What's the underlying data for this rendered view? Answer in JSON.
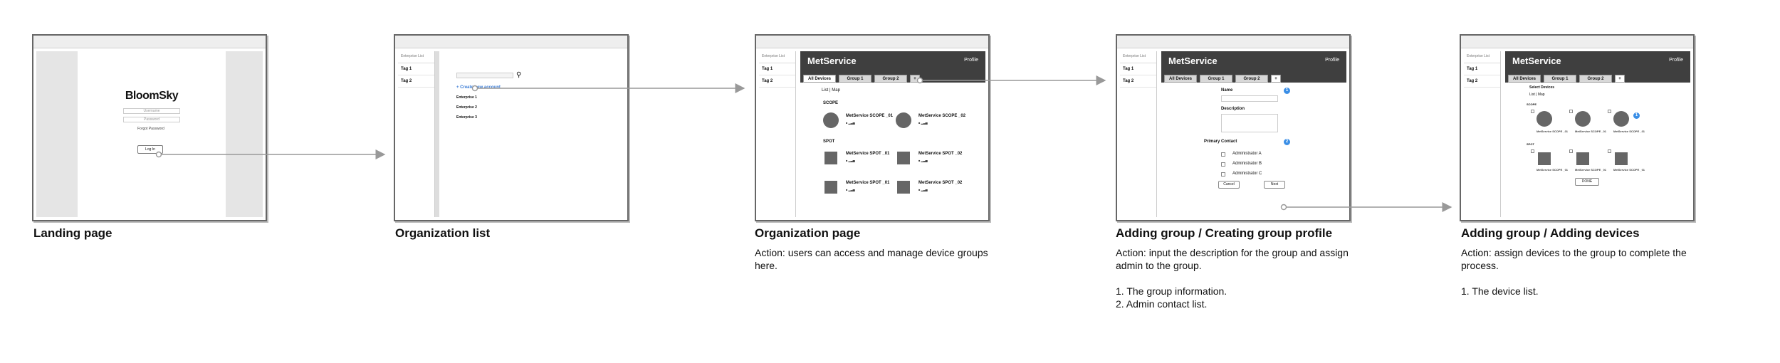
{
  "steps": [
    {
      "title": "Landing page",
      "desc": ""
    },
    {
      "title": "Organization list",
      "desc": ""
    },
    {
      "title": "Organization page",
      "desc": "Action: users can access and manage device groups here."
    },
    {
      "title": "Adding group / Creating group profile",
      "desc": "Action: input the description for the group and assign admin to the group.\n\n1. The group information.\n2. Admin contact list."
    },
    {
      "title": "Adding group / Adding devices",
      "desc": "Action: assign devices to the group to complete the process.\n\n1. The device list."
    }
  ],
  "landing": {
    "logo": "BloomSky",
    "username_placeholder": "Username",
    "password_placeholder": "Password",
    "forgot": "Forgot Password",
    "login_button": "Log In"
  },
  "sidebar": {
    "title": "Enterprise List",
    "items": [
      "Tag 1",
      "Tag 2"
    ]
  },
  "org_list": {
    "create_link": "+ Create new account",
    "enterprises": [
      "Enterprise 1",
      "Enterprise 2",
      "Enterprise 3"
    ]
  },
  "met": {
    "title": "MetService",
    "profile": "Profile",
    "tabs": [
      "All Devices",
      "Group 1",
      "Group 2",
      "+"
    ],
    "view_toggle": "List | Map",
    "scope_label": "SCOPE",
    "spot_label": "SPOT",
    "scope_devices": [
      "MetService SCOPE _01",
      "MetService SCOPE _02"
    ],
    "spot_devices": [
      "MetService SPOT _01",
      "MetService SPOT _02",
      "MetService SPOT _01",
      "MetService SPOT _02"
    ]
  },
  "add_group": {
    "name_label": "Name",
    "description_label": "Description",
    "primary_contact_label": "Primary Contact",
    "admins": [
      "Administrator A",
      "Administrator B",
      "Administrator C"
    ],
    "cancel": "Cancel",
    "next": "Next"
  },
  "add_devices": {
    "select_label": "Select Devices",
    "view_toggle": "List | Map",
    "scope_label": "SCOPE",
    "spot_label": "SPOT",
    "device_caption": "MetService SCOPE _01",
    "done": "DONE"
  }
}
